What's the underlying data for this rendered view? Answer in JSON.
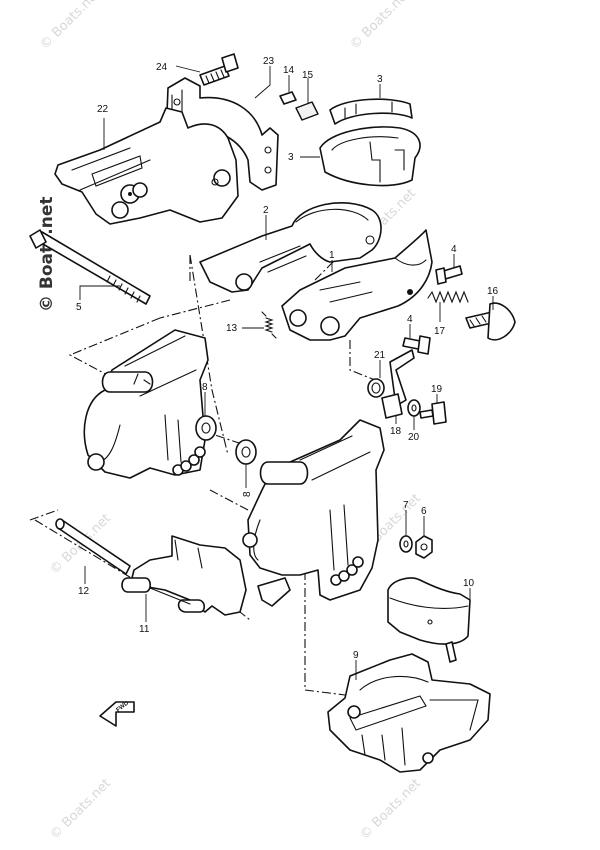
{
  "watermark": {
    "text": "© Boats.net"
  },
  "callouts": [
    {
      "id": "c24",
      "label": "24"
    },
    {
      "id": "c23",
      "label": "23"
    },
    {
      "id": "c14",
      "label": "14"
    },
    {
      "id": "c15",
      "label": "15"
    },
    {
      "id": "c3a",
      "label": "3"
    },
    {
      "id": "c3b",
      "label": "3"
    },
    {
      "id": "c22",
      "label": "22"
    },
    {
      "id": "c2",
      "label": "2"
    },
    {
      "id": "c1",
      "label": "1"
    },
    {
      "id": "c4a",
      "label": "4"
    },
    {
      "id": "c16",
      "label": "16"
    },
    {
      "id": "c5",
      "label": "5"
    },
    {
      "id": "c13",
      "label": "13"
    },
    {
      "id": "c4b",
      "label": "4"
    },
    {
      "id": "c17",
      "label": "17"
    },
    {
      "id": "c21",
      "label": "21"
    },
    {
      "id": "c8a",
      "label": "8"
    },
    {
      "id": "c19",
      "label": "19"
    },
    {
      "id": "c18",
      "label": "18"
    },
    {
      "id": "c20",
      "label": "20"
    },
    {
      "id": "c8b",
      "label": "8"
    },
    {
      "id": "c7",
      "label": "7"
    },
    {
      "id": "c6",
      "label": "6"
    },
    {
      "id": "c12",
      "label": "12"
    },
    {
      "id": "c10",
      "label": "10"
    },
    {
      "id": "c11",
      "label": "11"
    },
    {
      "id": "c9",
      "label": "9"
    }
  ],
  "direction_marker": {
    "label": "FWD",
    "icon": "forward-arrow-icon"
  }
}
